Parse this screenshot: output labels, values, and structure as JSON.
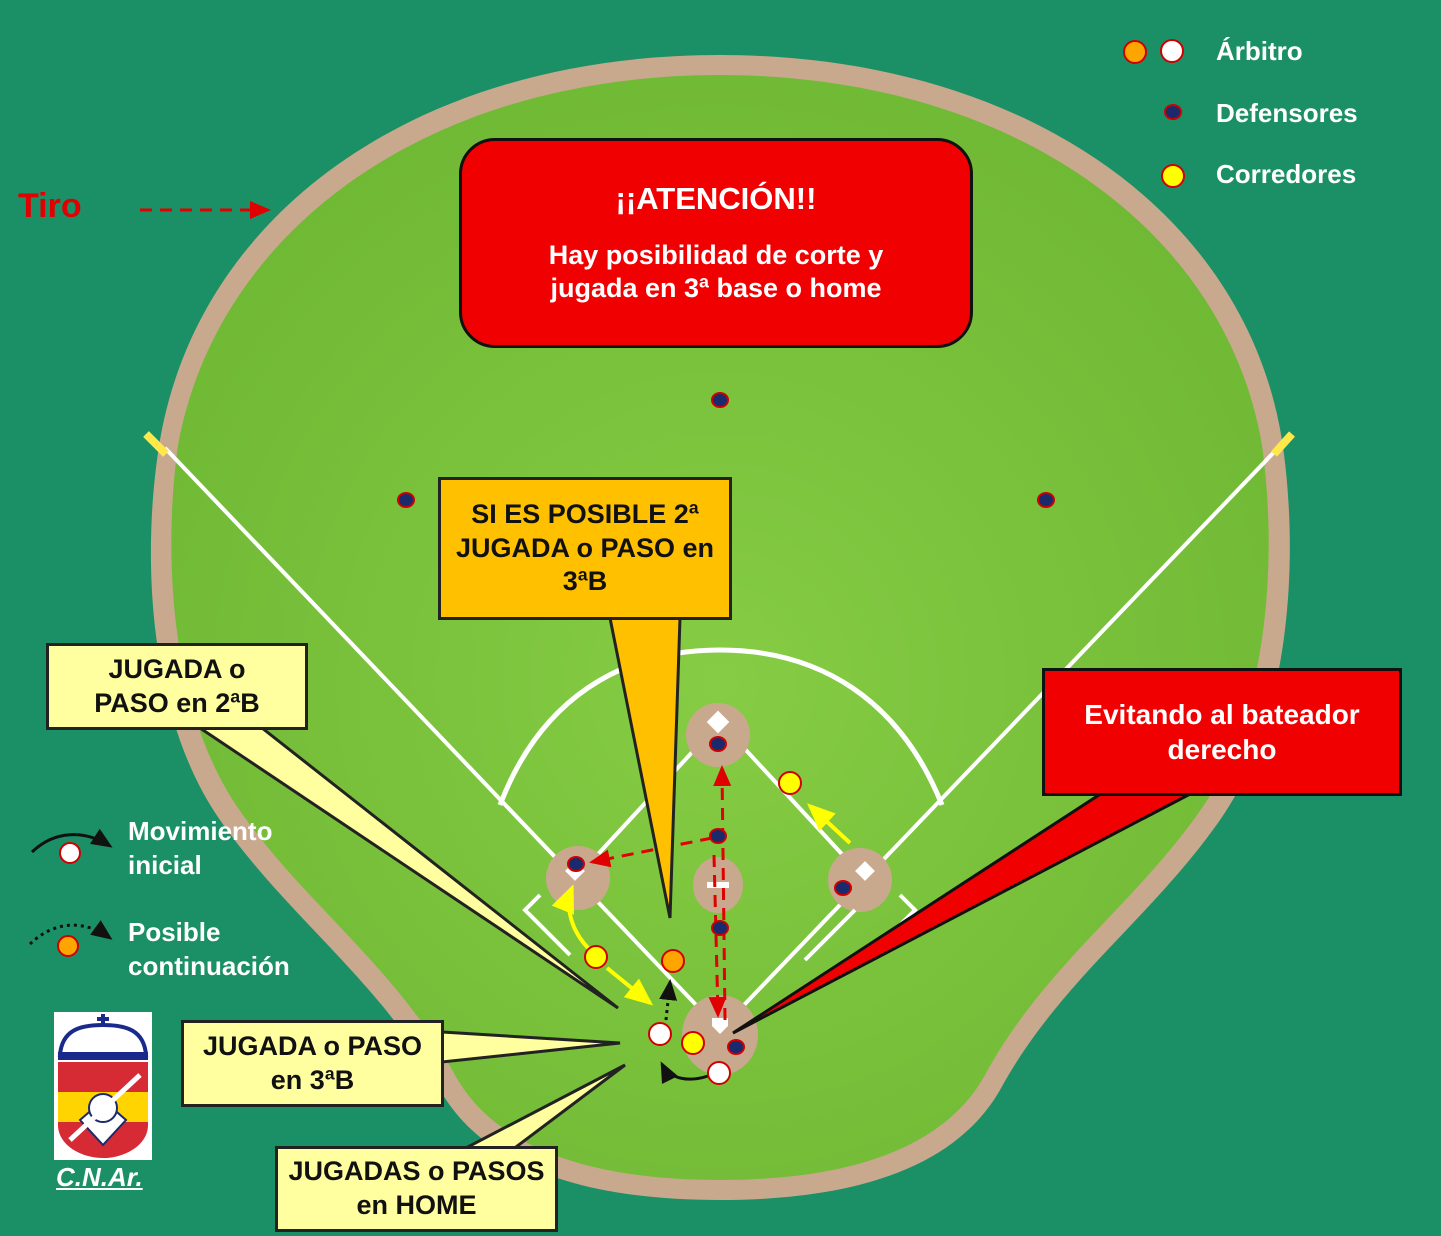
{
  "legend": {
    "umpire": "Árbitro",
    "defenders": "Defensores",
    "runners": "Corredores",
    "tiro": "Tiro",
    "initial_move": "Movimiento inicial",
    "possible_continuation": "Posible continuación"
  },
  "callouts": {
    "attention_title": "¡¡ATENCIÓN!!",
    "attention_body": "Hay posibilidad de corte y jugada en 3ª base o home",
    "second_play": "SI ES POSIBLE 2ª JUGADA o PASO en 3ªB",
    "play_2b": "JUGADA o PASO en 2ªB",
    "play_3b": "JUGADA o PASO en 3ªB",
    "plays_home": "JUGADAS o PASOS en HOME",
    "avoid_batter": "Evitando al bateador derecho"
  },
  "logo": {
    "caption": "C.N.Ar."
  },
  "colors": {
    "background": "#1b9066",
    "grass": "#79c23a",
    "dirt": "#c9a98d",
    "defender": "#1a2a6c",
    "runner": "#ffff00",
    "umpire_orange": "#ffa500",
    "umpire_white": "#ffffff",
    "throw_arrow": "#e00000"
  }
}
